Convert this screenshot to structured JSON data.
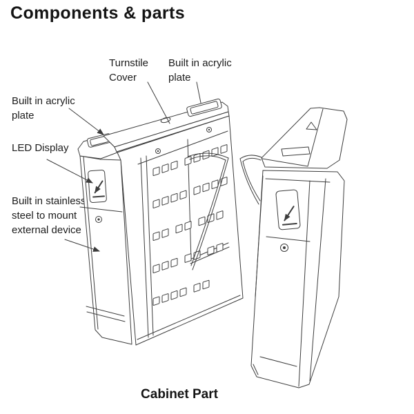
{
  "page": {
    "title": "Components & parts",
    "caption": "Cabinet Part"
  },
  "colors": {
    "line": "#3c3c3c",
    "text": "#1c1c1c",
    "background": "#ffffff"
  },
  "labels": {
    "turnstile_cover": "Turnstile\nCover",
    "acrylic_plate_top": "Built in acrylic\nplate",
    "acrylic_plate_left": "Built in acrylic\nplate",
    "led_display": "LED Display",
    "stainless_mount": "Built in stainless\nsteel to mount\nexternal device"
  },
  "figure": {
    "parts": [
      "left cabinet",
      "right cabinet"
    ]
  }
}
